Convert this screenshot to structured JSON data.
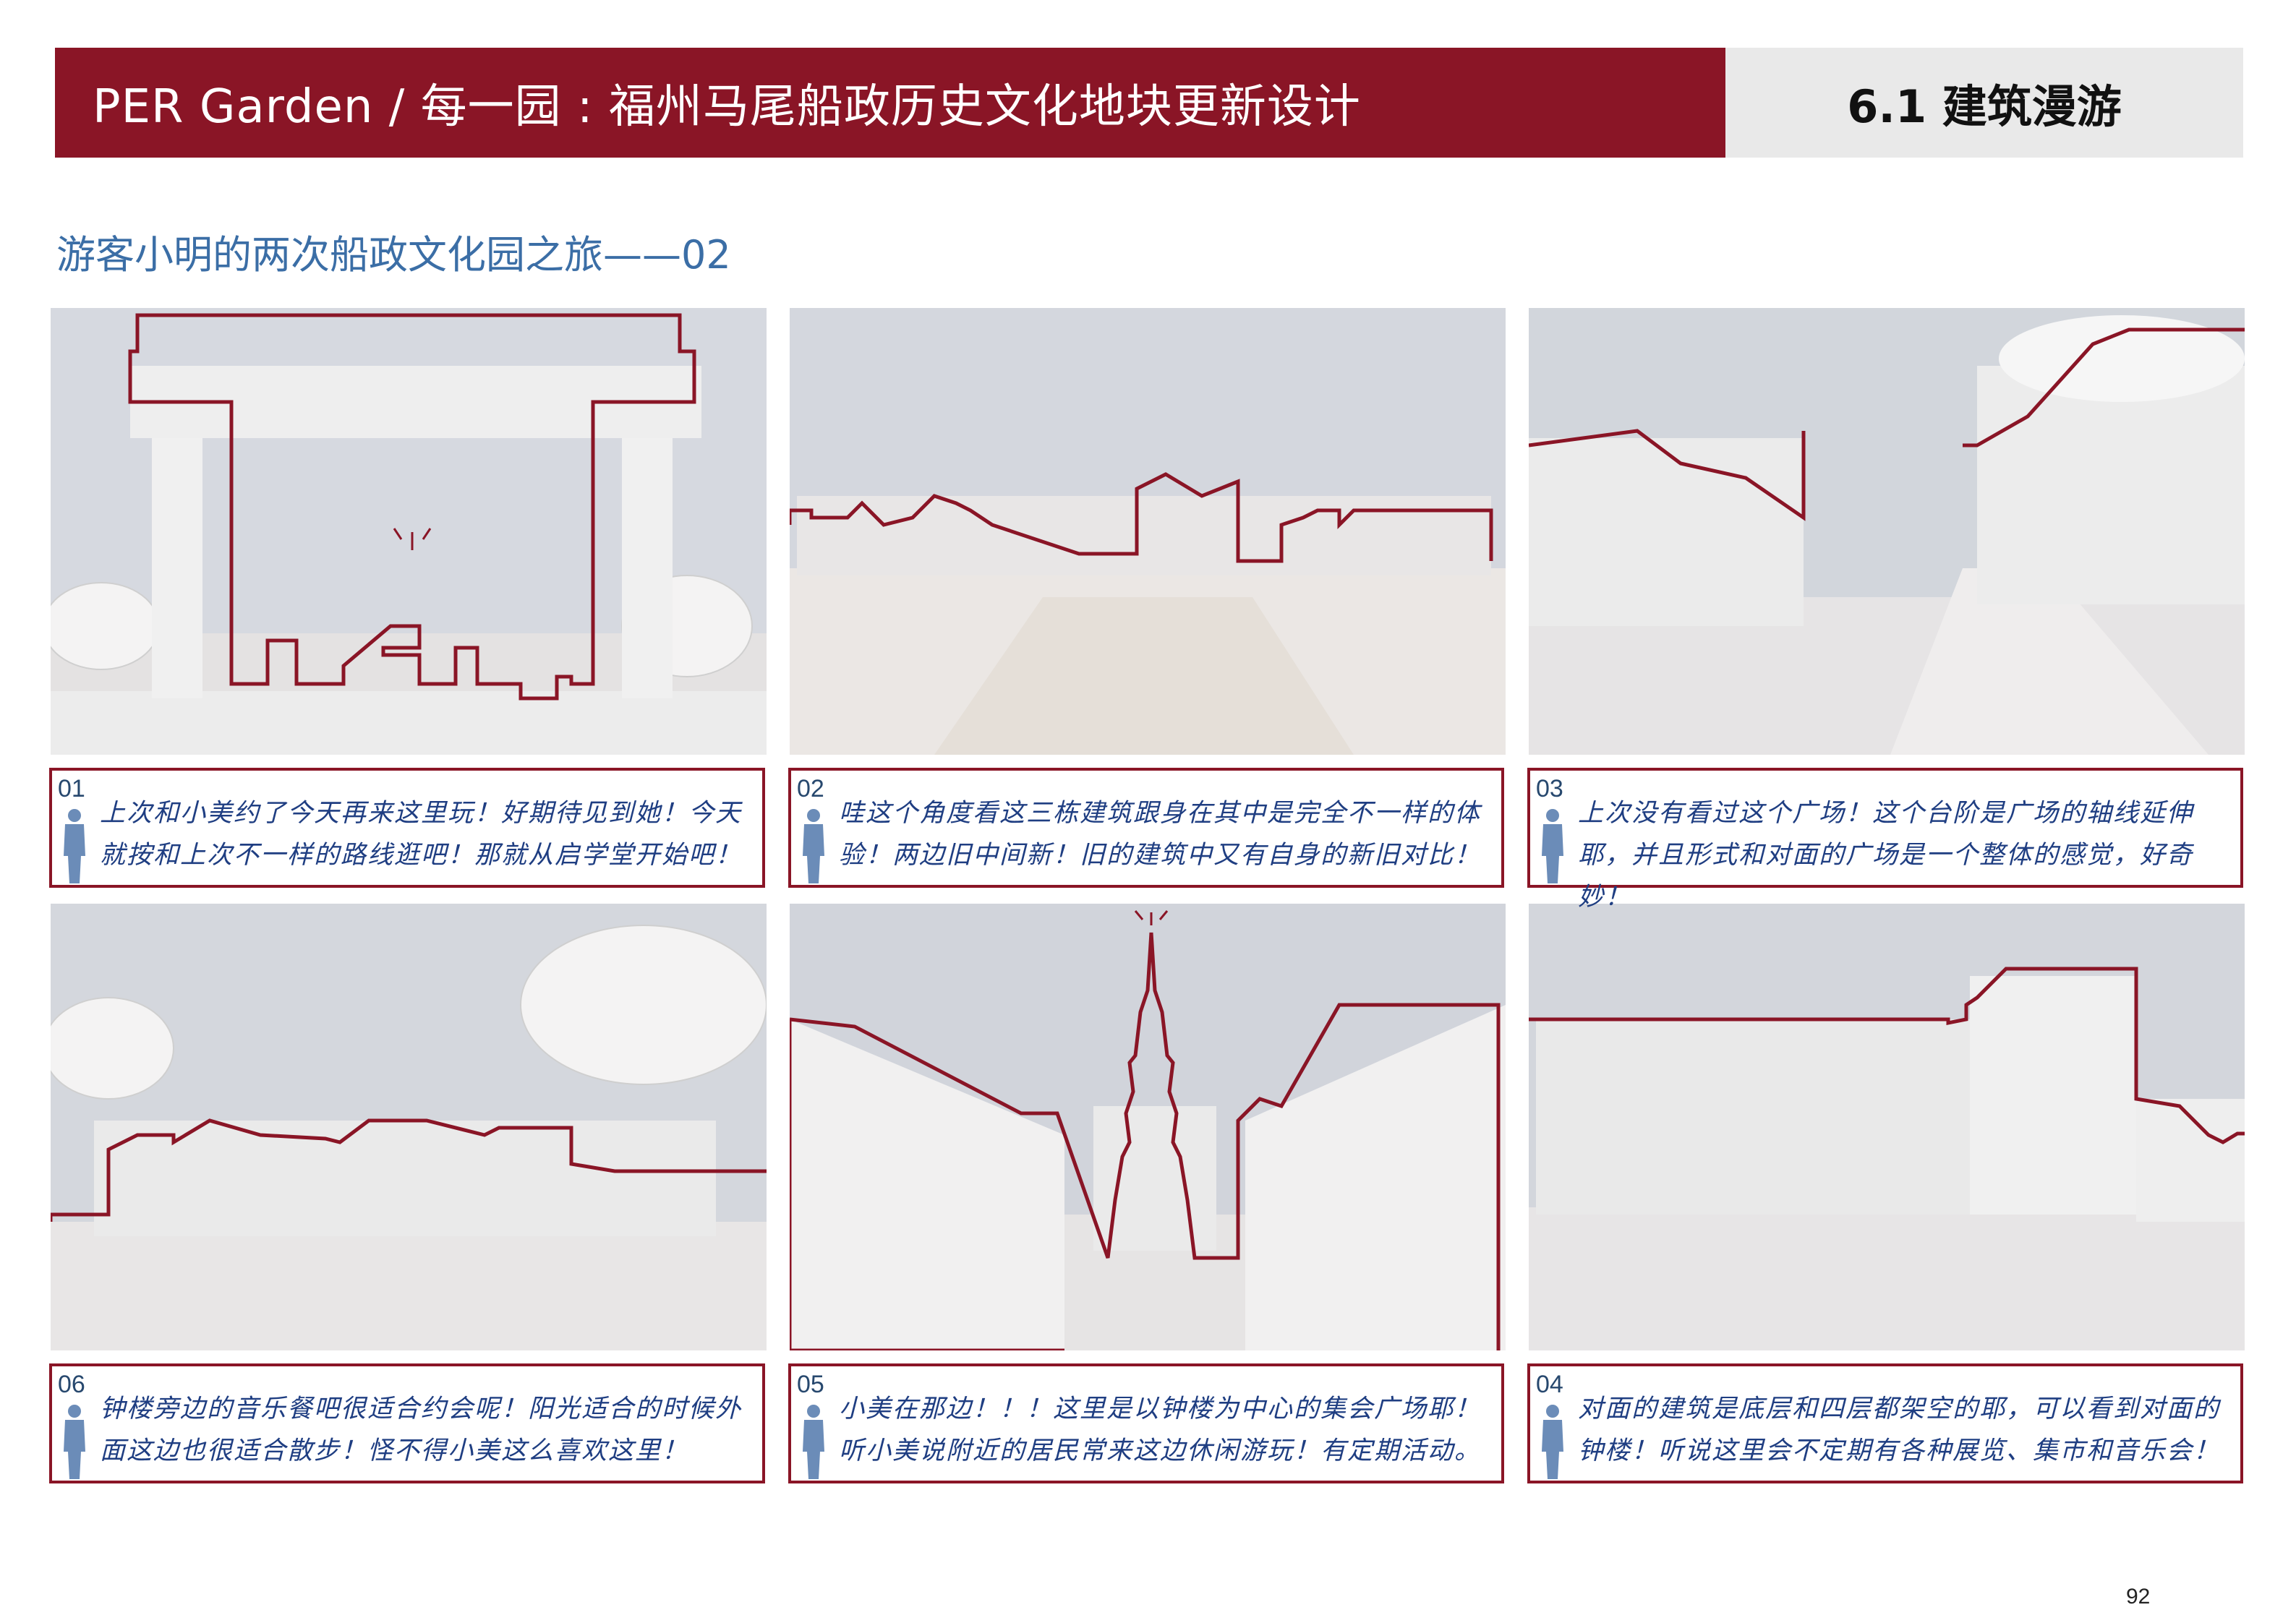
{
  "header": {
    "title": "PER Garden / 每一园 : 福州马尾船政历史文化地块更新设计",
    "section": "6.1 建筑漫游"
  },
  "subtitle": "游客小明的两次船政文化园之旅——02",
  "colors": {
    "accent": "#8a1526",
    "text_blue": "#1f3e82",
    "subtitle_blue": "#3b6ea6"
  },
  "panels": [
    {
      "num": "01",
      "text": "上次和小美约了今天再来这里玩！好期待见到她！今天就按和上次不一样的路线逛吧！那就从启学堂开始吧！"
    },
    {
      "num": "02",
      "text": "哇这个角度看这三栋建筑跟身在其中是完全不一样的体验！两边旧中间新！旧的建筑中又有自身的新旧对比！"
    },
    {
      "num": "03",
      "text": "上次没有看过这个广场！这个台阶是广场的轴线延伸耶，并且形式和对面的广场是一个整体的感觉，好奇妙！"
    },
    {
      "num": "06",
      "text": "钟楼旁边的音乐餐吧很适合约会呢！阳光适合的时候外面这边也很适合散步！怪不得小美这么喜欢这里！"
    },
    {
      "num": "05",
      "text": "小美在那边！！！这里是以钟楼为中心的集会广场耶！听小美说附近的居民常来这边休闲游玩！有定期活动。"
    },
    {
      "num": "04",
      "text": "对面的建筑是底层和四层都架空的耶，可以看到对面的钟楼！听说这里会不定期有各种展览、集市和音乐会！"
    }
  ],
  "page_number": "92"
}
